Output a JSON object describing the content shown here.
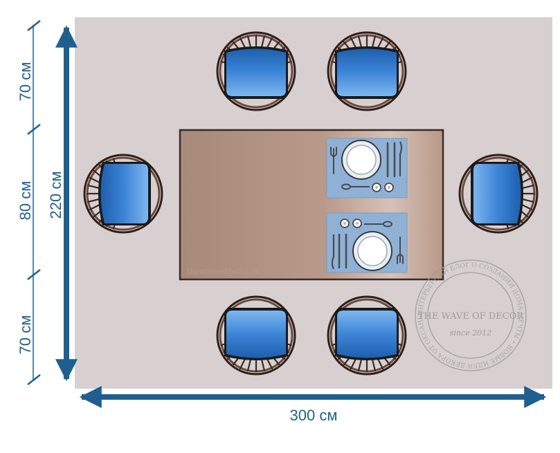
{
  "colors": {
    "rug": "#d8d0d0",
    "dimension": "#1f5f8f",
    "table": "#a88a7a",
    "placemat": "#8fb1d6",
    "chair_seat": "#3d85d8",
    "chair_frame": "#5a3d32",
    "watermark": "#9a9a9a"
  },
  "dimensions": {
    "left_top": "70 см",
    "left_middle": "80 см",
    "left_bottom": "70 см",
    "left_total": "220 см",
    "bottom_total": "300 см"
  },
  "watermark": {
    "table_text": "thewaveofdecor.ru",
    "stamp_title": "THE WAVE OF DECOR",
    "stamp_since": "since 2012",
    "stamp_ring": "ИНТЕРЬЕРНЫЙ БЛОГ О СОЗДАНИИ ДОМА МЕЧТЫ • НОВЫЕ ИДЕИ ДЕКОРА ОТ ОКСАНЫ ПАНТЕЛЕЕВОЙ •"
  }
}
